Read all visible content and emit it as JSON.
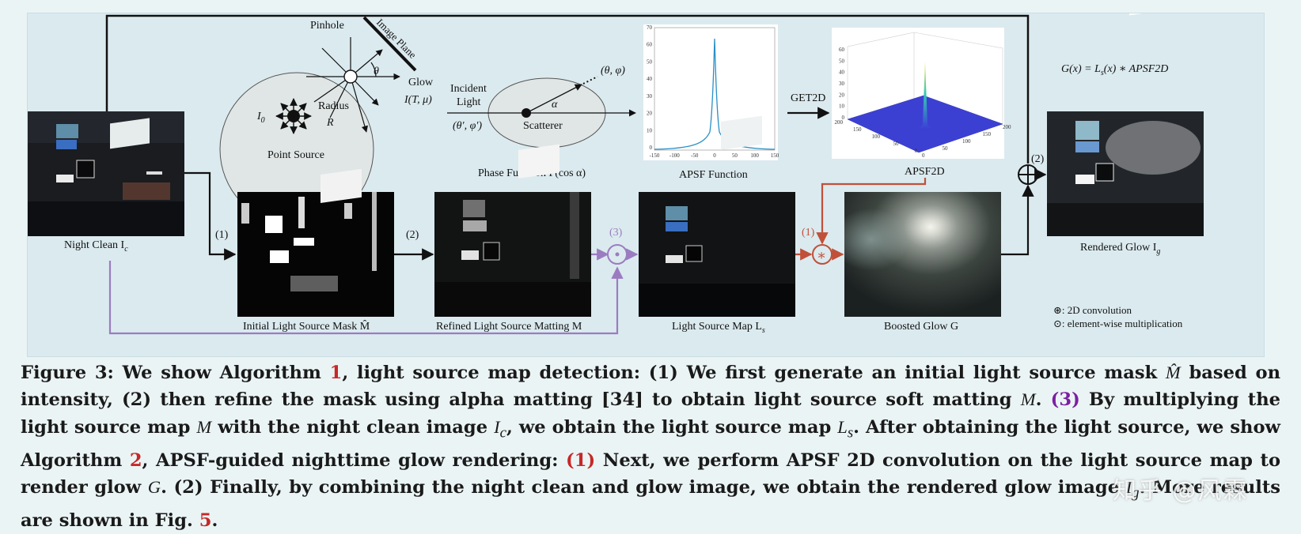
{
  "figure": {
    "labels": {
      "pinhole": "Pinhole",
      "image_plane": "Image Plane",
      "theta": "θ",
      "glow": "Glow",
      "glow_eq": "I(T, μ)",
      "radius": "Radius",
      "radius_sym": "R",
      "i0": "I",
      "i0_sub": "0",
      "point_source": "Point Source",
      "incident": "Incident",
      "light": "Light",
      "theta_phi_prime": "(θ′, φ′)",
      "theta_phi": "(θ, φ)",
      "alpha": "α",
      "scatterer": "Scatterer",
      "phase_function": "Phase Function P(cos α)",
      "apsf_function": "APSF Function",
      "get2d": "GET2D",
      "apsf2d": "APSF2D",
      "glow_formula": "G(x) = L",
      "glow_formula_sub": "s",
      "glow_formula_rest": "(x) ∗ APSF2D",
      "night_clean": "Night Clean I",
      "night_clean_sub": "c",
      "initial_mask": "Initial Light Source Mask M̂",
      "refined_matting": "Refined Light Source Matting M",
      "light_source_map": "Light Source Map L",
      "light_source_map_sub": "s",
      "boosted_glow": "Boosted Glow G",
      "rendered_glow": "Rendered Glow I",
      "rendered_glow_sub": "g",
      "step1a": "(1)",
      "step2a": "(2)",
      "step3": "(3)",
      "step1b": "(1)",
      "step2b": "(2)",
      "legend_conv": "⊛: 2D convolution",
      "legend_mult": "⊙: element-wise multiplication"
    },
    "apsf_axis": {
      "y_ticks": [
        "70",
        "60",
        "50",
        "40",
        "30",
        "20",
        "10",
        "0"
      ],
      "x_ticks": [
        "-150",
        "-100",
        "-50",
        "0",
        "50",
        "100",
        "150"
      ]
    },
    "apsf2d_axis": {
      "z_ticks": [
        "60",
        "50",
        "40",
        "30",
        "20",
        "10",
        "0"
      ],
      "x_ticks": [
        "200",
        "150",
        "100",
        "50",
        "0"
      ],
      "y_ticks": [
        "0",
        "50",
        "100",
        "150",
        "200"
      ]
    },
    "colors": {
      "purple": "#9b7cc0",
      "red": "#c0503a",
      "blue_curve": "#2a8fc6"
    }
  },
  "caption": {
    "p1": "Figure 3: We show Algorithm ",
    "ref1": "1",
    "p2": ", light source map detection: (1) We first generate an initial light source mask ",
    "m_hat": "M̂",
    "p3": " based on intensity, (2) then refine the mask using alpha matting [34] to obtain light source soft matting ",
    "m1": "M",
    "p4": ". ",
    "s3": "(3)",
    "p5": " By multiplying the light source map ",
    "m2": "M",
    "p6": " with the night clean image ",
    "ic": "I",
    "ic_sub": "c",
    "p7": ", we obtain the light source map ",
    "ls": "L",
    "ls_sub": "s",
    "p8": ". After obtaining the light source, we show Algorithm ",
    "ref2": "2",
    "p9": ", APSF-guided nighttime glow rendering: ",
    "s1": "(1)",
    "p10": " Next, we perform APSF 2D convolution on the light source map to render glow ",
    "g": "G",
    "p11": ". (2) Finally, by combining the night clean and glow image, we obtain the rendered glow image ",
    "ig": "I",
    "ig_sub": "g",
    "p12": ". More results are shown in Fig. ",
    "ref3": "5",
    "p13": "."
  },
  "watermark": "知乎 @风霖"
}
